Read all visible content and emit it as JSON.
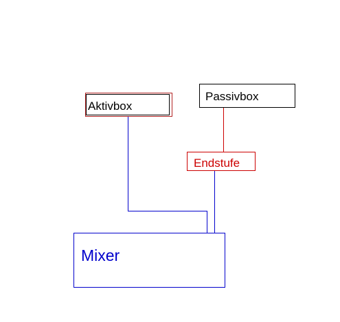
{
  "boxes": {
    "aktivbox": "Aktivbox",
    "passivbox": "Passivbox",
    "endstufe": "Endstufe",
    "mixer": "Mixer"
  },
  "colors": {
    "blue_line": "#0000cc",
    "red_line": "#cc0000",
    "black_border": "#000000"
  }
}
